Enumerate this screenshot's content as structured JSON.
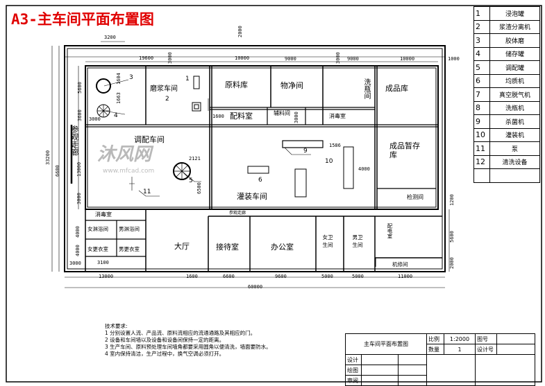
{
  "title": "A3-主车间平面布置图",
  "legend": [
    {
      "no": "1",
      "name": "浸泡罐"
    },
    {
      "no": "2",
      "name": "浆渣分离机"
    },
    {
      "no": "3",
      "name": "胶体磨"
    },
    {
      "no": "4",
      "name": "储存罐"
    },
    {
      "no": "5",
      "name": "调配罐"
    },
    {
      "no": "6",
      "name": "均质机"
    },
    {
      "no": "7",
      "name": "真空脱气机"
    },
    {
      "no": "8",
      "name": "洗瓶机"
    },
    {
      "no": "9",
      "name": "杀菌机"
    },
    {
      "no": "10",
      "name": "灌装机"
    },
    {
      "no": "11",
      "name": "泵"
    },
    {
      "no": "12",
      "name": "清洗设备"
    }
  ],
  "rooms": {
    "grinding": "磨浆车间",
    "raw_store": "原料库",
    "clean_room": "物净间",
    "bottle_wash": "洗瓶间",
    "product_store": "成品库",
    "batching": "配料室",
    "auxiliary": "辅料间",
    "disinfect_top": "消毒室",
    "mixing": "调配车间",
    "filling": "灌装车间",
    "temp_store": "成品暂存库",
    "inspection": "检测间",
    "corridor": "参观走廊",
    "corridor_bottom": "参观走廊",
    "disinfect_bottom": "消毒室",
    "f_shower": "女淋浴间",
    "m_shower": "男淋浴间",
    "f_locker": "女更衣室",
    "m_locker": "男更衣室",
    "hall": "大厅",
    "reception": "接待室",
    "office": "办公室",
    "f_wc": "女卫生间",
    "m_wc": "男卫生间",
    "power": "配电室",
    "machine": "机修间"
  },
  "equipment_labels": [
    "1",
    "2",
    "3",
    "4",
    "5",
    "6",
    "9",
    "10",
    "11"
  ],
  "dimensions": {
    "top_window": "3200",
    "d19600": "19600",
    "d10000a": "10000",
    "d9000a": "9000",
    "d9000b": "9000",
    "d10000b": "10000",
    "d1000": "1000",
    "d3000a": "3000",
    "d3000b": "3000",
    "d3000c": "3000",
    "d5600a": "5600",
    "d3600": "3600",
    "d3000left": "3000",
    "d1604": "1604",
    "d1663": "1663",
    "d2000": "2000",
    "d1600": "1600",
    "d33200": "33200",
    "d6600left": "6600",
    "d13000v": "13000",
    "d2121": "2121",
    "d6500": "6500",
    "d1586": "1586",
    "d4000": "4000",
    "d3000v": "3000",
    "d4000a": "4000",
    "d4000b": "4000",
    "d3000bl": "3000",
    "d3100": "3100",
    "d1200": "1200",
    "d5600r": "5600",
    "d2000r": "2000",
    "b13000": "13000",
    "b1600": "1600",
    "b6600": "6600",
    "b9600": "9600",
    "b5000a": "5000",
    "b5000b": "5000",
    "b11000": "11000",
    "b60000": "60000"
  },
  "requirements": {
    "heading": "技术要求:",
    "items": [
      "1  分别设置人流、产品流、原料流相应的流通通路及其相应的门。",
      "2  设备和车间墙以及设备和设备间保持一定的距离。",
      "3  生产车间、原料预处理车间墙角都要采用圆角以便清洗，墙面要防水。",
      "4  室内保持清洁，生产过程中，换气空调必须打开。"
    ]
  },
  "title_block": {
    "drawing_name": "主车间平面布置图",
    "scale_label": "比例",
    "scale_value": "1:2000",
    "drawing_no_label": "图号",
    "quantity_label": "数量",
    "quantity_value": "1",
    "design_no_label": "设计号",
    "designer_label": "设计",
    "drafter_label": "绘图",
    "reviewer_label": "审阅"
  },
  "watermark": {
    "logo": "沐风网",
    "url": "www.mfcad.com"
  }
}
